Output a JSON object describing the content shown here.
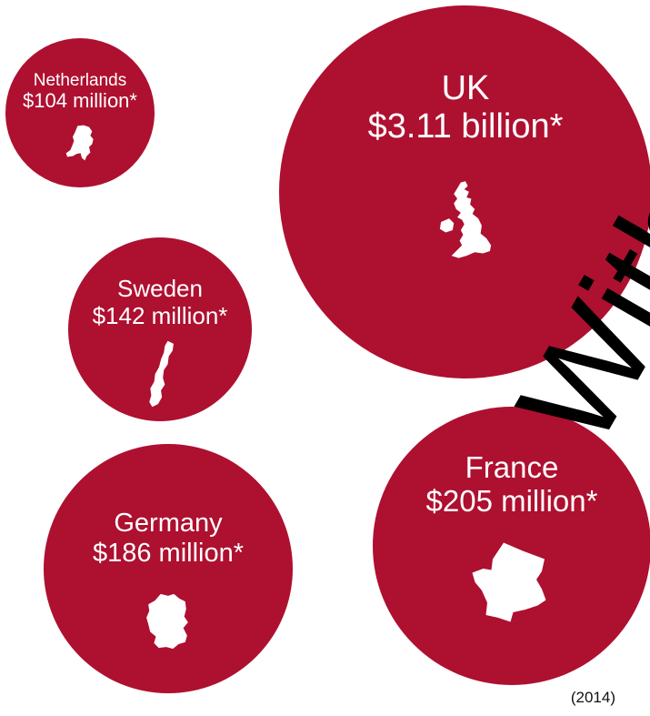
{
  "chart_data": {
    "type": "bubble",
    "unit_note": "*",
    "year": "(2014)",
    "bubble_color": "#ae1030",
    "text_color": "#ffffff",
    "items": [
      {
        "country": "Netherlands",
        "value_label": "$104 million*",
        "value_usd_millions": 104,
        "icon": "netherlands-map-icon"
      },
      {
        "country": "UK",
        "value_label": "$3.11 billion*",
        "value_usd_millions": 3110,
        "icon": "uk-map-icon"
      },
      {
        "country": "Sweden",
        "value_label": "$142 million*",
        "value_usd_millions": 142,
        "icon": "sweden-map-icon"
      },
      {
        "country": "France",
        "value_label": "$205 million*",
        "value_usd_millions": 205,
        "icon": "france-map-icon"
      },
      {
        "country": "Germany",
        "value_label": "$186 million*",
        "value_usd_millions": 186,
        "icon": "germany-map-icon"
      }
    ]
  },
  "watermark": {
    "text": "With",
    "color": "#000000"
  }
}
